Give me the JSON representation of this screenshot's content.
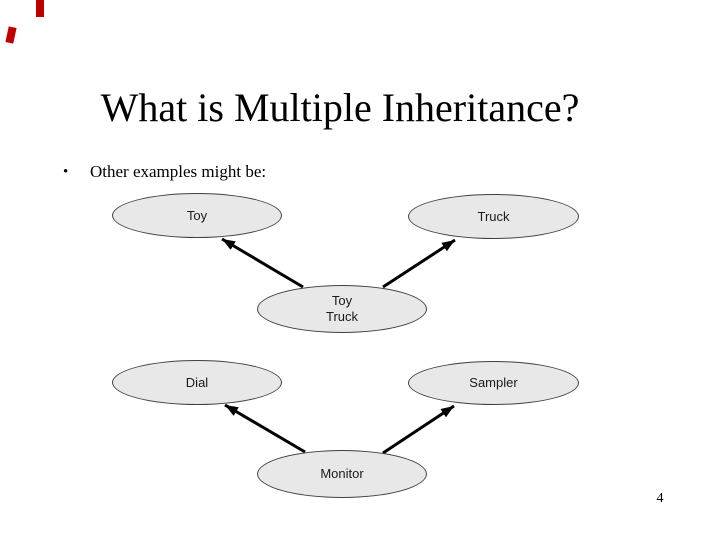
{
  "slide": {
    "title": "What is Multiple Inheritance?",
    "bullet_glyph": "•",
    "bullet_text": "Other examples might be:",
    "page_number": "4"
  },
  "colors": {
    "background": "#ffffff",
    "title_text": "#000000",
    "node_fill": "#e8e8e8",
    "node_border": "#404040",
    "arrow": "#000000",
    "corner_marks_red": "#c00000"
  },
  "diagram": {
    "nodes": [
      {
        "id": "toy",
        "label": "Toy"
      },
      {
        "id": "truck",
        "label": "Truck"
      },
      {
        "id": "toy-truck",
        "line1": "Toy",
        "line2": "Truck"
      },
      {
        "id": "dial",
        "label": "Dial"
      },
      {
        "id": "sampler",
        "label": "Sampler"
      },
      {
        "id": "monitor",
        "label": "Monitor"
      }
    ],
    "edges": [
      {
        "from": "toy-truck",
        "to": "toy"
      },
      {
        "from": "toy-truck",
        "to": "truck"
      },
      {
        "from": "monitor",
        "to": "dial"
      },
      {
        "from": "monitor",
        "to": "sampler"
      }
    ]
  }
}
